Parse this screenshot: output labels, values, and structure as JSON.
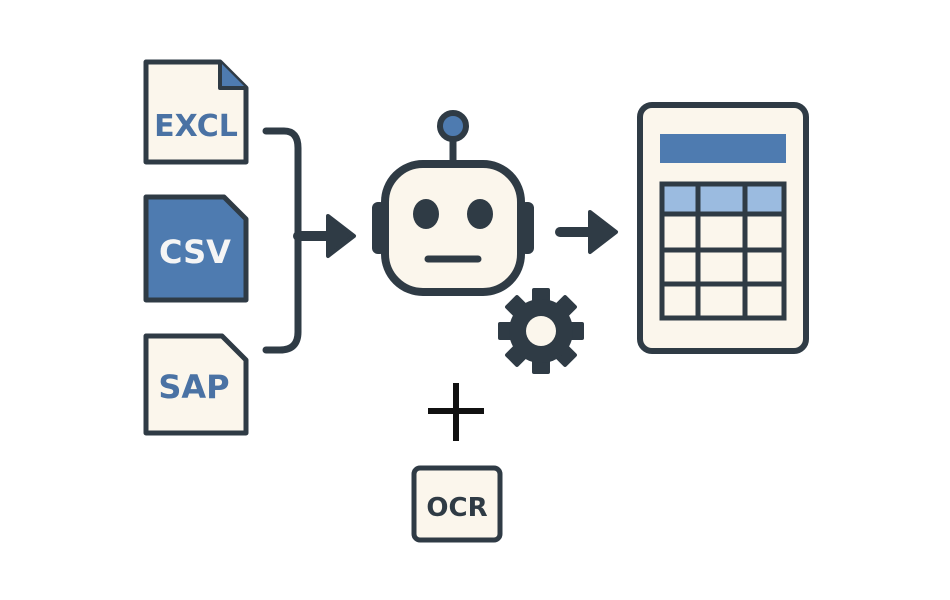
{
  "files": [
    {
      "label": "EXCL",
      "highlighted": false
    },
    {
      "label": "CSV",
      "highlighted": true
    },
    {
      "label": "SAP",
      "highlighted": false
    }
  ],
  "ocr_label": "OCR",
  "colors": {
    "outline": "#2f3b45",
    "paper": "#fbf6ec",
    "blue": "#4e7bb0",
    "light_blue": "#9bbbe0",
    "text_blue": "#4a72a4"
  },
  "icons": [
    "robot-icon",
    "gear-icon",
    "spreadsheet-icon",
    "plus-icon",
    "arrow-right-icon"
  ]
}
